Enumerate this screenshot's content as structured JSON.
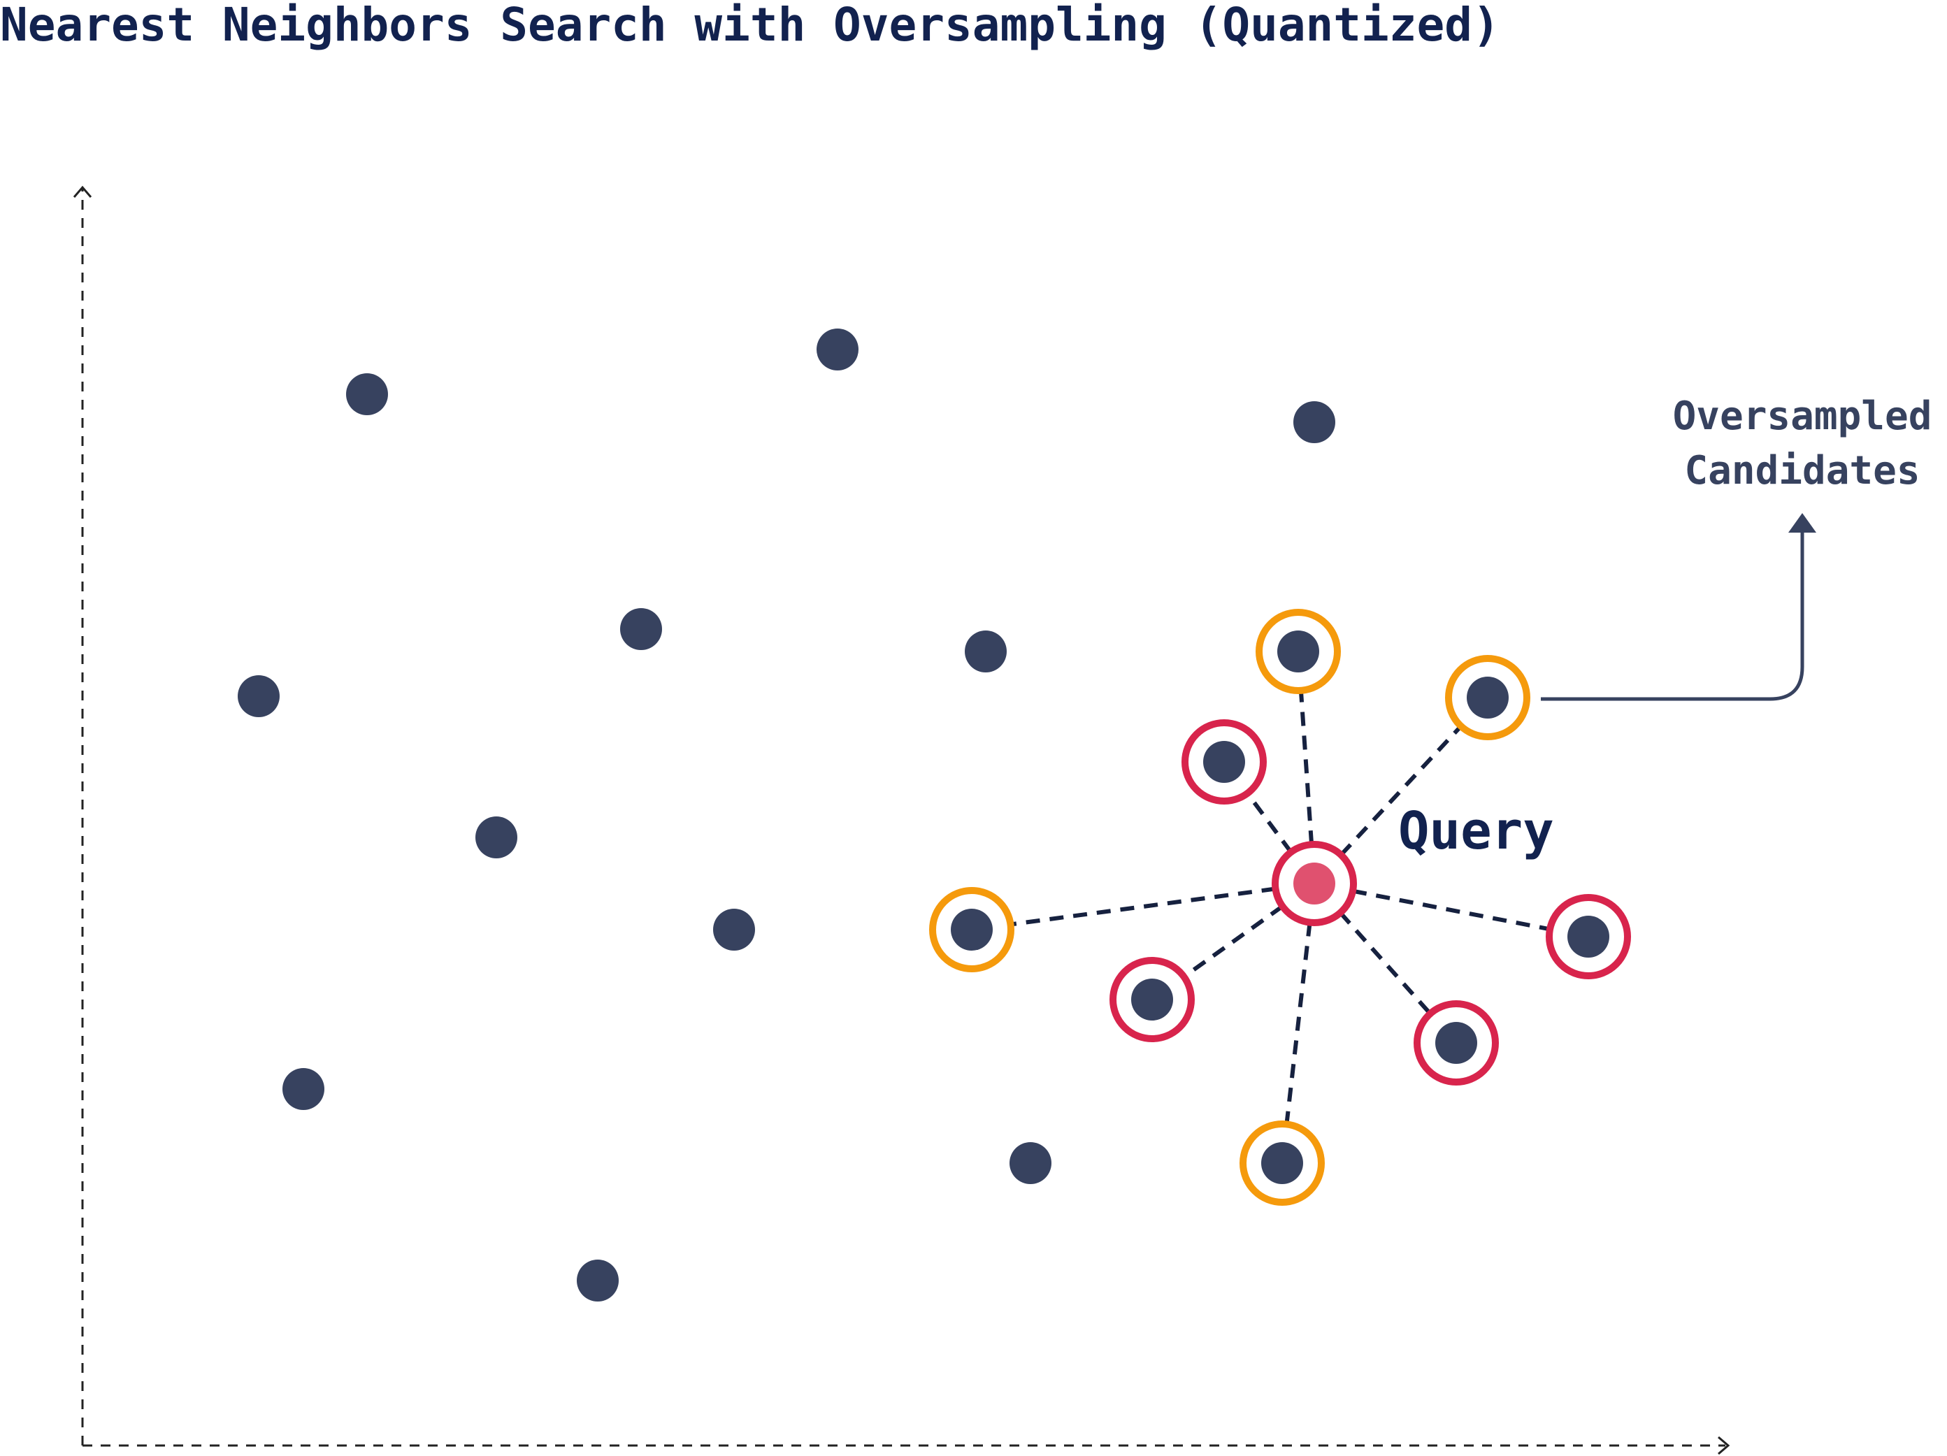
{
  "title": "Nearest Neighbors Search with Oversampling (Quantized)",
  "query_label": "Query",
  "annotation": {
    "line1": "Oversampled",
    "line2": "Candidates"
  },
  "colors": {
    "title": "#12224f",
    "point": "#37425f",
    "query": "#e0516f",
    "nearest_ring": "#d8244c",
    "oversampled_ring": "#f59a0c",
    "edge": "#16213f",
    "axis": "#222222",
    "annotation": "#37425f"
  },
  "icons": {
    "annotation_arrow": "arrow-up-icon",
    "axis_x": "arrow-right-icon",
    "axis_y": "arrow-up-icon"
  }
}
